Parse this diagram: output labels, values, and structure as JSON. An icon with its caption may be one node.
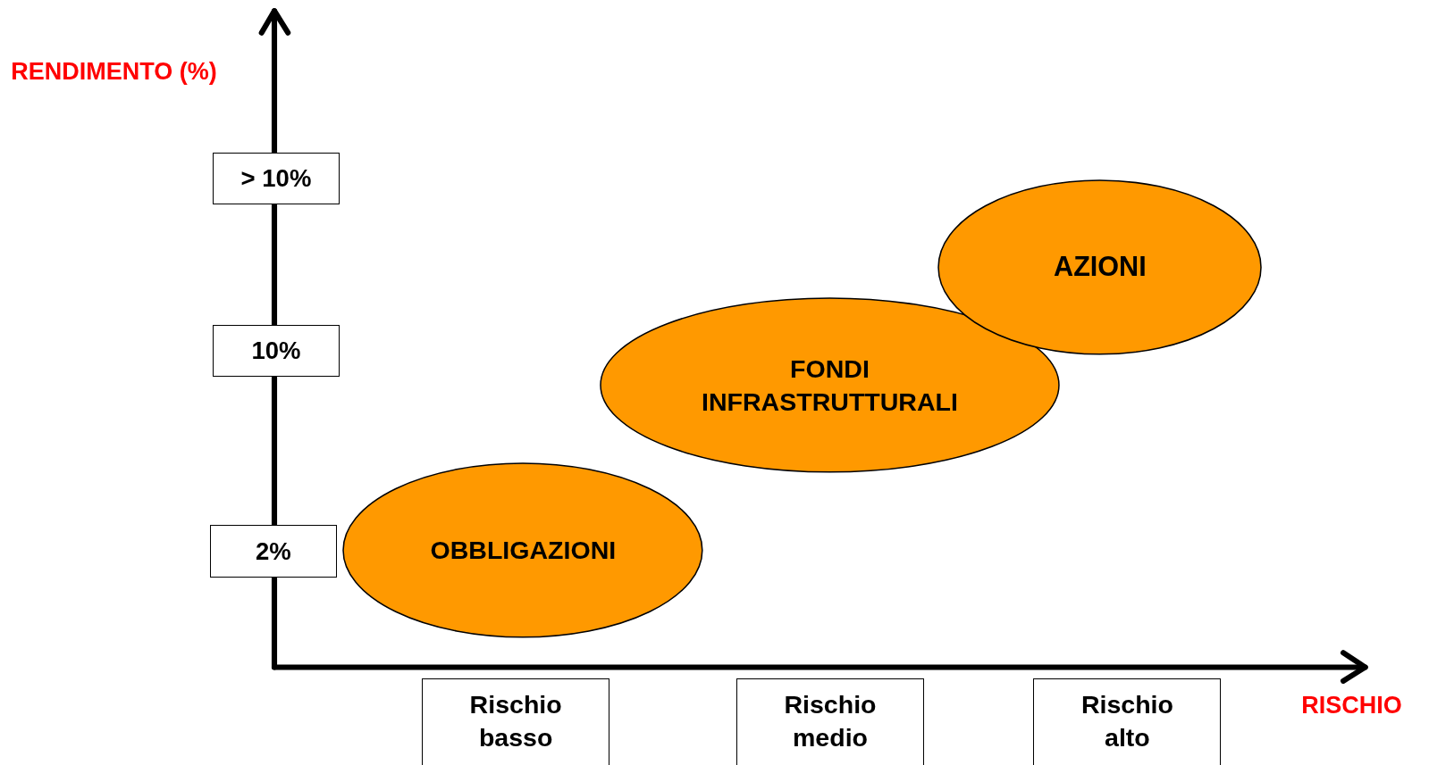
{
  "diagram": {
    "nodes": [
      {
        "text": [
          "> 10%"
        ]
      },
      {
        "text": [
          "AZIONI"
        ]
      },
      {
        "text": [
          "10%"
        ]
      },
      {
        "text": [
          "FONDI INFRASTRUTTURALI"
        ]
      },
      {
        "text": [
          "2%"
        ]
      },
      {
        "text": [
          "OBBLIGAZIONI"
        ]
      },
      {
        "text": [
          "Rischio basso"
        ]
      },
      {
        "text": [
          "Rischio medio"
        ]
      },
      {
        "text": [
          "Rischio alto"
        ]
      }
    ],
    "labels": [
      "RENDIMENTO (%)",
      "RISCHIO"
    ]
  }
}
